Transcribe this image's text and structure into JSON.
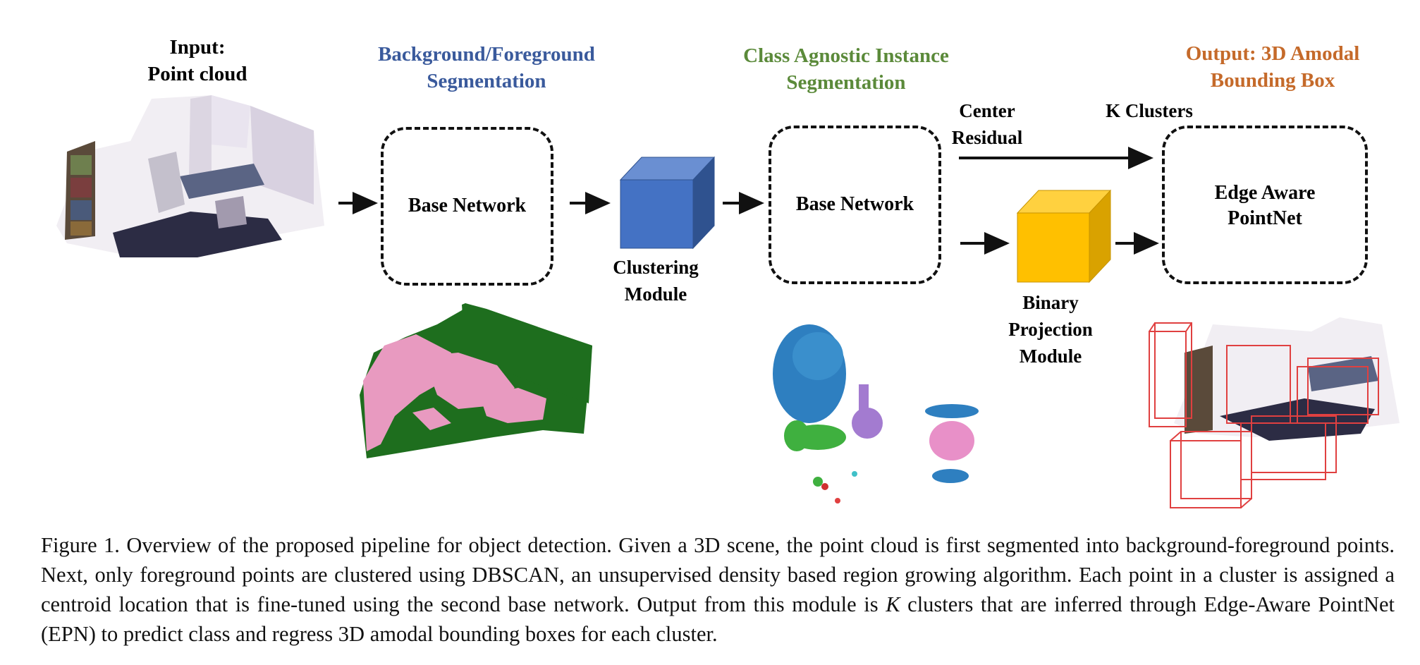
{
  "stages": {
    "input_title": "Input:",
    "input_subtitle": "Point cloud",
    "segmentation_title_line1": "Background/Foreground",
    "segmentation_title_line2": "Segmentation",
    "instance_title_line1": "Class Agnostic Instance",
    "instance_title_line2": "Segmentation",
    "output_title_line1": "Output: 3D Amodal",
    "output_title_line2": "Bounding Box"
  },
  "nodes": {
    "base_network_1": "Base Network",
    "clustering_line1": "Clustering",
    "clustering_line2": "Module",
    "base_network_2": "Base Network",
    "binary_line1": "Binary",
    "binary_line2": "Projection",
    "binary_line3": "Module",
    "edge_aware_line1": "Edge Aware",
    "edge_aware_line2": "PointNet"
  },
  "edge_labels": {
    "center_line1": "Center",
    "center_line2": "Residual",
    "k_clusters": "K Clusters"
  },
  "caption": {
    "part1": "Figure 1. Overview of the proposed pipeline for object detection. Given a 3D scene, the point cloud is first segmented into background-foreground points. Next, only foreground points are clustered using DBSCAN, an unsupervised density based region growing algorithm. Each point in a cluster is assigned a centroid location that is fine-tuned using the second base network. Output from this module is ",
    "k_symbol": "K",
    "part2": " clusters that are inferred through Edge-Aware PointNet (EPN) to predict class and regress 3D amodal bounding boxes for each cluster."
  },
  "colors": {
    "segmentation_title": "#3a5a9c",
    "instance_title": "#5b8a3a",
    "output_title": "#c56a2a",
    "clustering_cube": "#4472c4",
    "projection_cube": "#ffc000",
    "foreground_green": "#1e6e1e",
    "background_pink": "#e89ac0",
    "bbox_red": "#e04040"
  }
}
